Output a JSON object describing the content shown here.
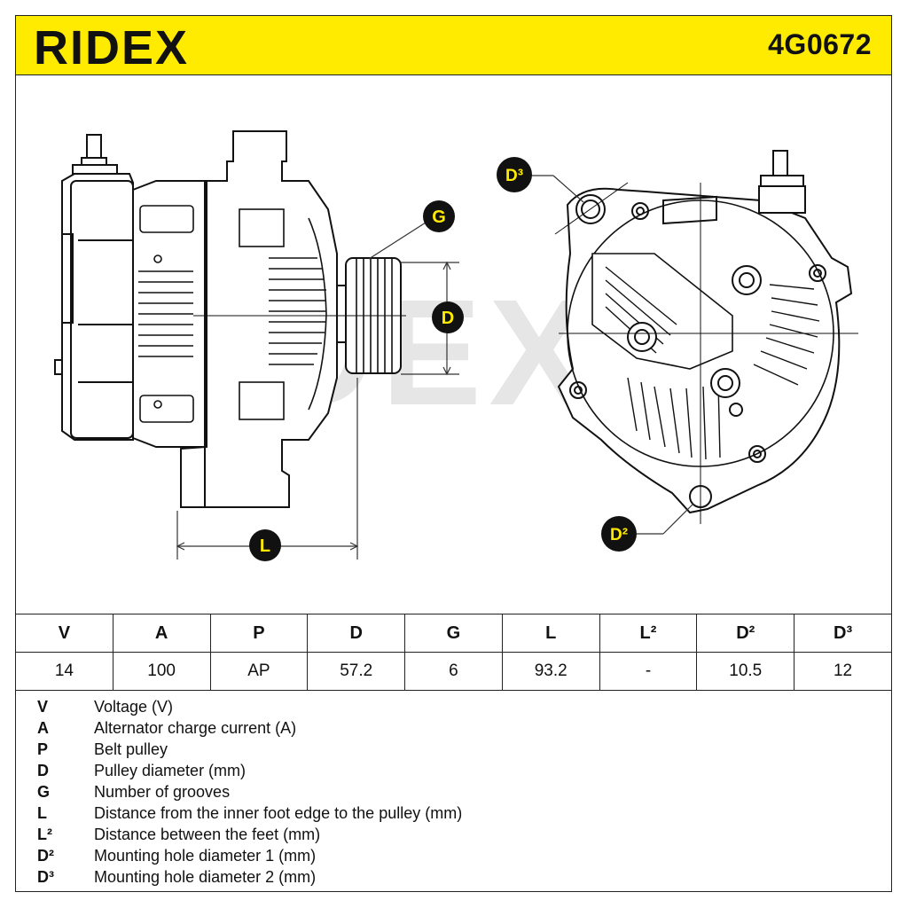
{
  "brand": "RIDEX",
  "part_number": "4G0672",
  "colors": {
    "header_bg": "#ffeb00",
    "bubble_bg": "#111111",
    "bubble_text": "#ffeb00"
  },
  "callouts": {
    "g": "G",
    "d": "D",
    "l": "L",
    "d2": "D²",
    "d3": "D³"
  },
  "table": {
    "headers": [
      "V",
      "A",
      "P",
      "D",
      "G",
      "L",
      "L²",
      "D²",
      "D³"
    ],
    "values": [
      "14",
      "100",
      "AP",
      "57.2",
      "6",
      "93.2",
      "-",
      "10.5",
      "12"
    ]
  },
  "legend": [
    {
      "key": "V",
      "desc": "Voltage (V)"
    },
    {
      "key": "A",
      "desc": "Alternator charge current (A)"
    },
    {
      "key": "P",
      "desc": "Belt pulley"
    },
    {
      "key": "D",
      "desc": "Pulley diameter (mm)"
    },
    {
      "key": "G",
      "desc": "Number of grooves"
    },
    {
      "key": "L",
      "desc": "Distance from the inner foot edge to the pulley (mm)"
    },
    {
      "key": "L²",
      "desc": "Distance between the feet (mm)"
    },
    {
      "key": "D²",
      "desc": "Mounting hole diameter 1 (mm)"
    },
    {
      "key": "D³",
      "desc": "Mounting hole diameter 2 (mm)"
    }
  ]
}
